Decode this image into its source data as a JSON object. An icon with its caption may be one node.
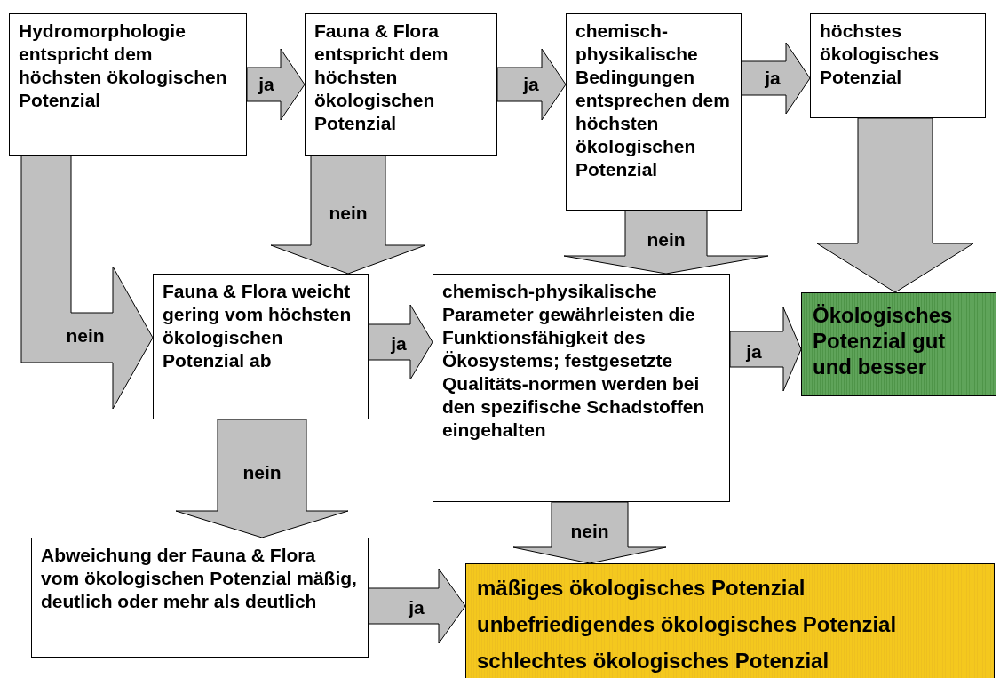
{
  "diagram": {
    "nodes": [
      {
        "text": [
          "Hydromorphologie entspricht dem höchsten ökologischen Potenzial"
        ]
      },
      {
        "text": [
          "Fauna & Flora entspricht dem höchsten ökologischen Potenzial"
        ]
      },
      {
        "text": [
          "chemisch-physikalische Bedingungen entsprechen dem höchsten ökologischen Potenzial"
        ]
      },
      {
        "text": [
          "höchstes ökologisches Potenzial"
        ]
      },
      {
        "text": [
          "Fauna & Flora weicht gering vom höchsten ökologischen Potenzial ab"
        ]
      },
      {
        "text": [
          "chemisch-physikalische Parameter gewährleisten die Funktionsfähigkeit des Ökosystems; festgesetzte Qualitäts-normen werden bei den spezifische Schadstoffen eingehalten"
        ]
      },
      {
        "text": [
          "Ökologisches Potenzial gut und besser"
        ]
      },
      {
        "text": [
          "Abweichung der Fauna & Flora vom ökologischen Potenzial mäßig, deutlich oder mehr als deutlich"
        ]
      },
      {
        "text": [
          "mäßiges ökologisches Potenzial",
          "unbefriedigendes ökologisches Potenzial",
          "schlechtes ökologisches Potenzial"
        ]
      }
    ],
    "edges": [
      {
        "from": 0,
        "to": 1,
        "arrow": "to",
        "label": "ja"
      },
      {
        "from": 1,
        "to": 2,
        "arrow": "to",
        "label": "ja"
      },
      {
        "from": 2,
        "to": 3,
        "arrow": "to",
        "label": "ja"
      },
      {
        "from": 3,
        "to": 6,
        "arrow": "to"
      },
      {
        "from": 0,
        "to": 4,
        "arrow": "to",
        "label": "nein"
      },
      {
        "from": 1,
        "to": 4,
        "arrow": "to",
        "label": "nein"
      },
      {
        "from": 2,
        "to": 5,
        "arrow": "to",
        "label": "nein"
      },
      {
        "from": 4,
        "to": 5,
        "arrow": "to",
        "label": "ja"
      },
      {
        "from": 5,
        "to": 6,
        "arrow": "to",
        "label": "ja"
      },
      {
        "from": 4,
        "to": 7,
        "arrow": "to",
        "label": "nein"
      },
      {
        "from": 7,
        "to": 8,
        "arrow": "to",
        "label": "ja"
      },
      {
        "from": 5,
        "to": 8,
        "arrow": "to",
        "label": "nein"
      }
    ]
  }
}
